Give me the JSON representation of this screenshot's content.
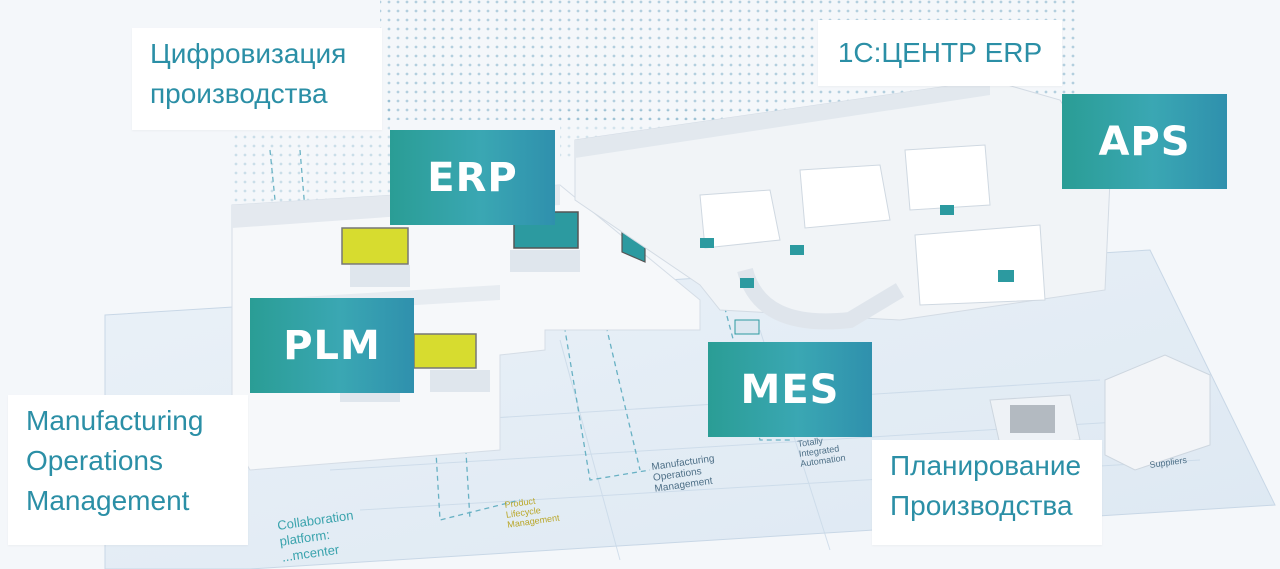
{
  "labels": {
    "digitalization": [
      "Цифровизация",
      "производства"
    ],
    "center_erp": "1С:ЦЕНТР ERP",
    "erp": "ERP",
    "aps": "APS",
    "plm": "PLM",
    "mes": "MES",
    "mom": [
      "Manufacturing",
      "Operations",
      "Management"
    ],
    "planning": [
      "Планирование",
      "Производства"
    ]
  },
  "floor_text": {
    "collab": [
      "Collaboration",
      "platform:",
      "...mcenter"
    ],
    "plm_floor": [
      "Product",
      "Lifecycle",
      "Management"
    ],
    "mom_floor": [
      "Manufacturing",
      "Operations",
      "Management"
    ],
    "tia_floor": [
      "Totally",
      "Integrated",
      "Automation"
    ],
    "suppliers": "Suppliers"
  },
  "colors": {
    "teal": "#2f9fa6",
    "label_text": "#2b8fa6",
    "floor": "#e6eef6",
    "wall": "#f3f5f8",
    "screen_yellow": "#d7dc2f",
    "screen_teal": "#2c9aa0"
  }
}
